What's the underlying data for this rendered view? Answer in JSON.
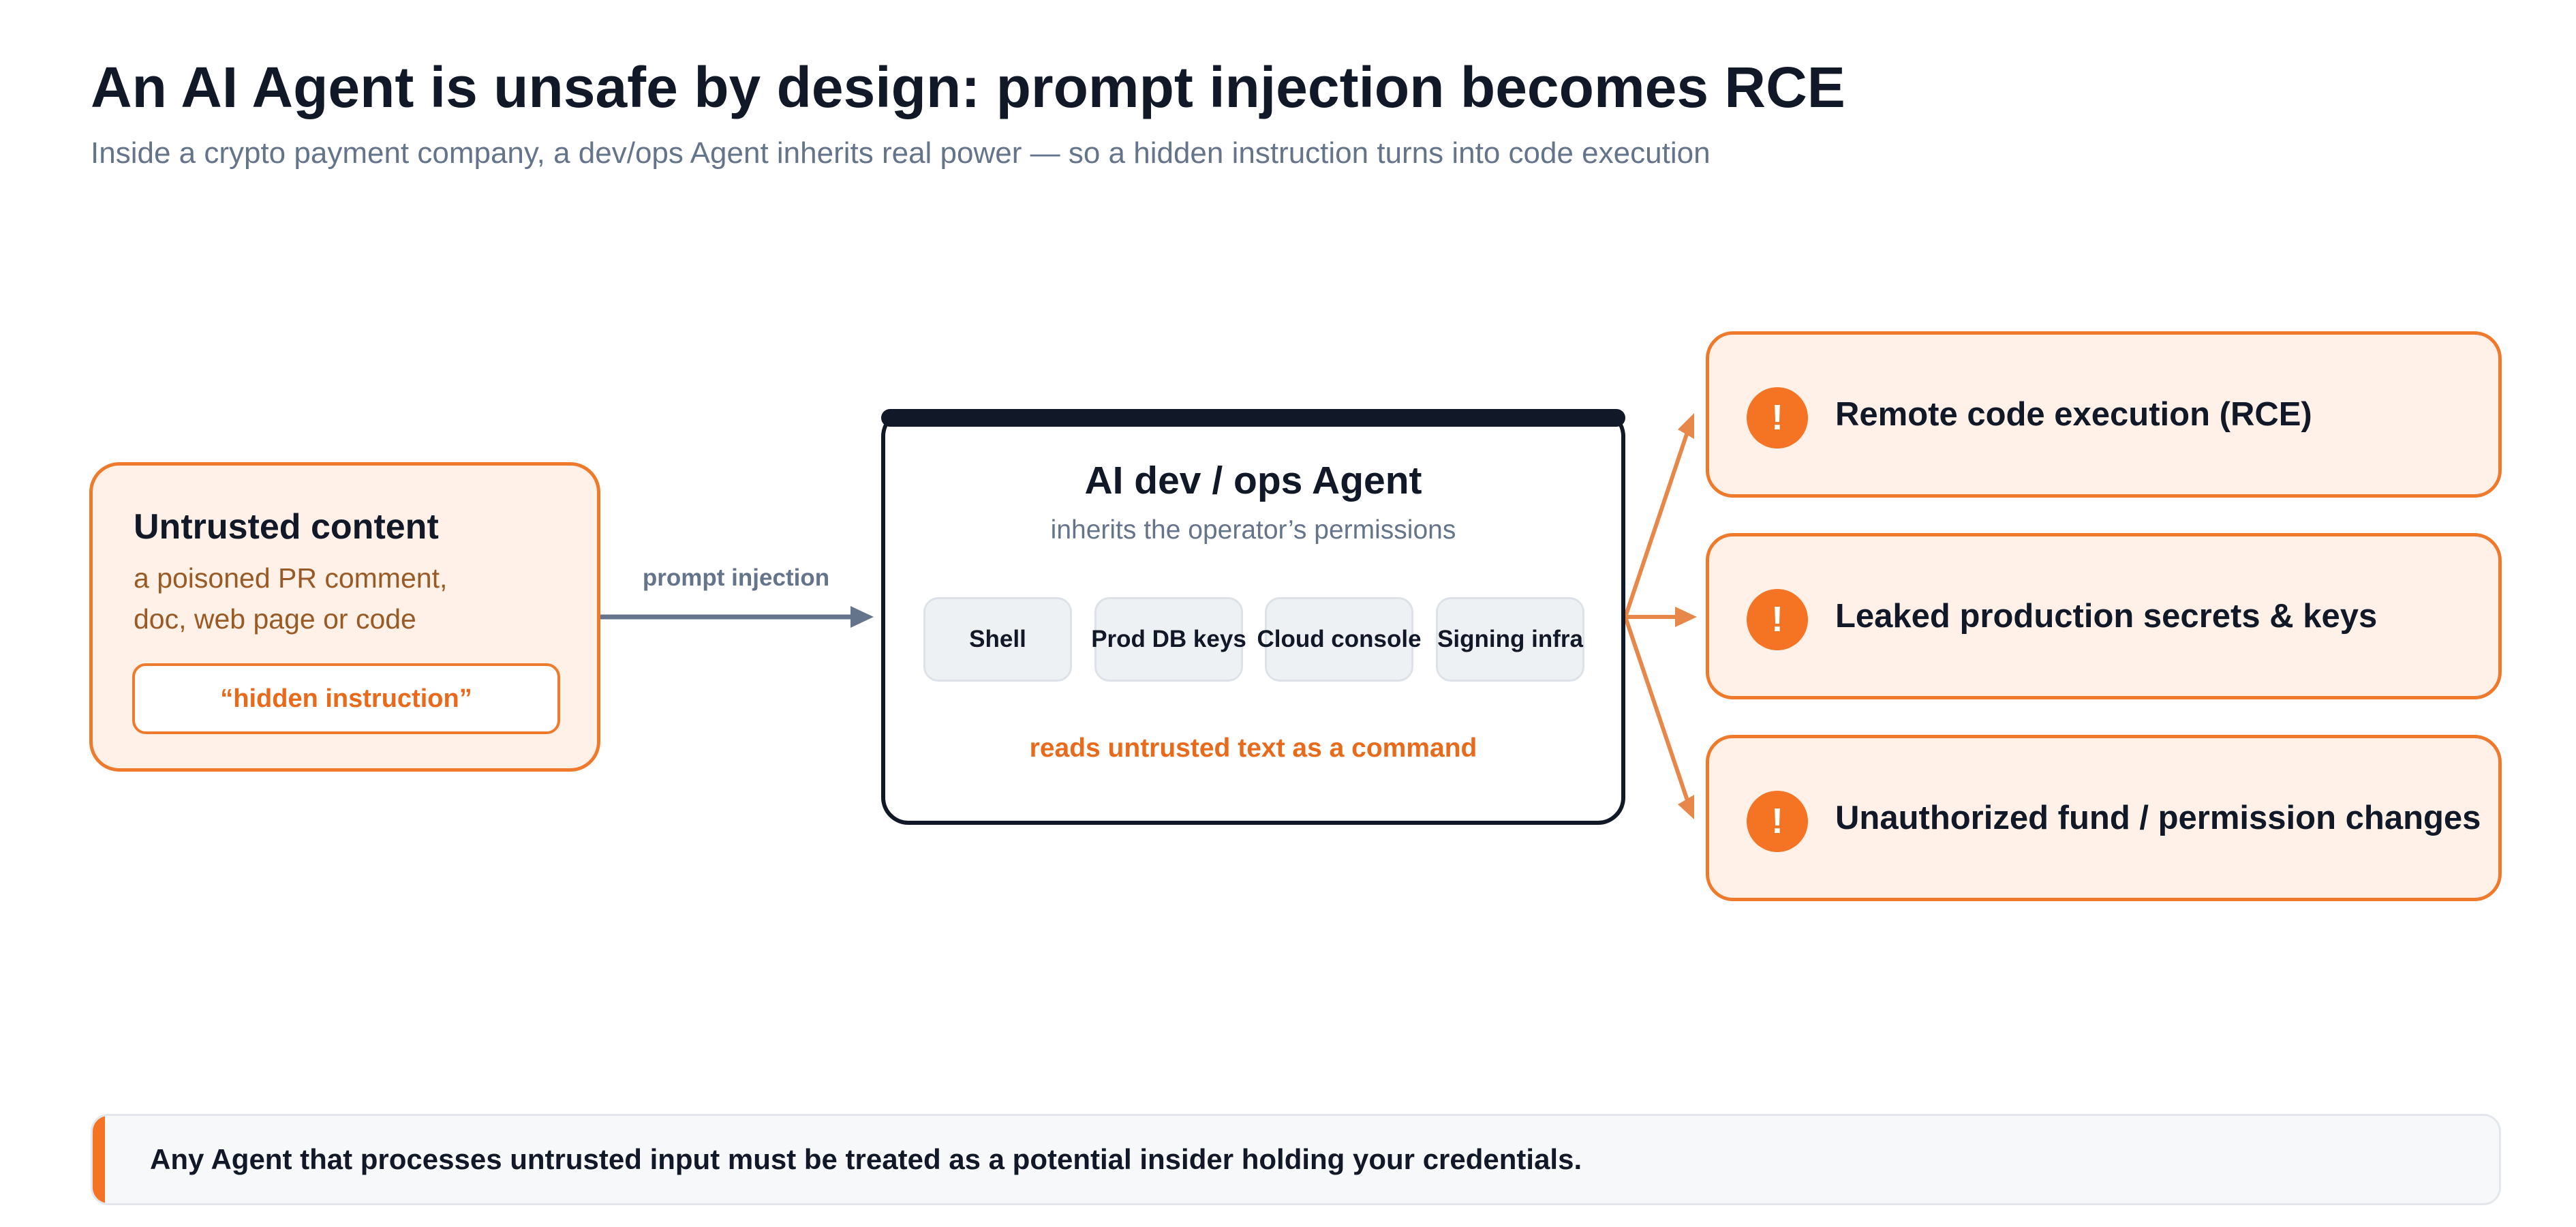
{
  "header": {
    "title": "An AI Agent is unsafe by design: prompt injection becomes RCE",
    "subtitle": "Inside a crypto payment company, a dev/ops Agent inherits real power — so a hidden instruction turns into code execution"
  },
  "source": {
    "title": "Untrusted content",
    "description_lines": [
      "a poisoned PR comment,",
      "doc, web page or code"
    ],
    "tag": "“hidden instruction”"
  },
  "edge_label": "prompt injection",
  "agent": {
    "title": "AI dev / ops Agent",
    "subtitle": "inherits the operator’s permissions",
    "capabilities": [
      "Shell",
      "Prod DB keys",
      "Cloud console",
      "Signing infra"
    ],
    "note": "reads untrusted text as a command"
  },
  "outcomes": [
    {
      "icon": "exclamation-icon",
      "label": "Remote code execution (RCE)"
    },
    {
      "icon": "exclamation-icon",
      "label": "Leaked production secrets & keys"
    },
    {
      "icon": "exclamation-icon",
      "label": "Unauthorized fund / permission changes"
    }
  ],
  "badge_glyph": "!",
  "callout": "Any Agent that processes untrusted input must be treated as a potential insider holding your credentials.",
  "colors": {
    "accent": "#f47424",
    "accent_border": "#f07a2c",
    "soft_fill": "#fff1e7",
    "ink": "#111827",
    "muted": "#64748b",
    "arrow_gray": "#64748b",
    "arrow_orange": "#e8874a"
  }
}
